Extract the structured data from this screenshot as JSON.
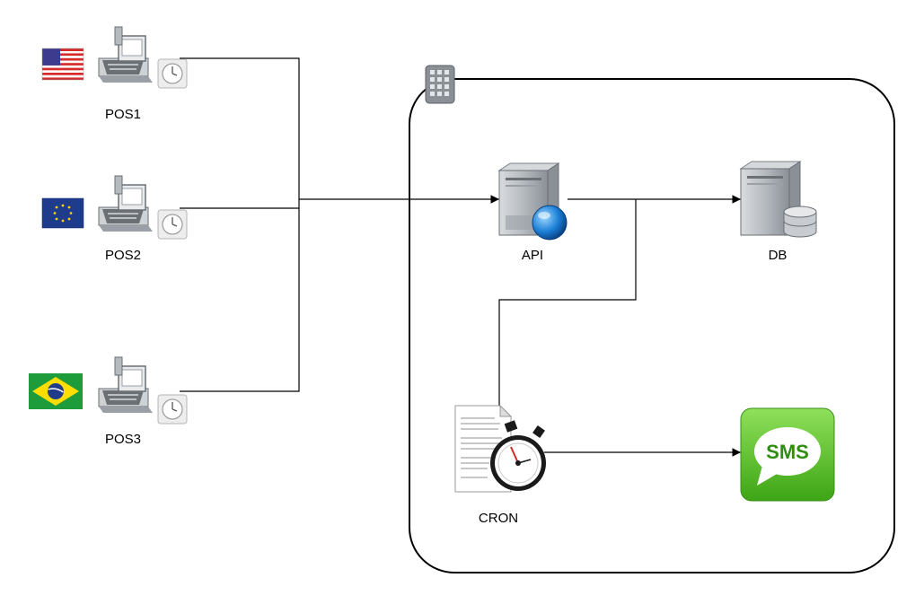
{
  "pos_terminals": [
    {
      "label": "POS1",
      "flag": "us-flag-icon"
    },
    {
      "label": "POS2",
      "flag": "eu-flag-icon"
    },
    {
      "label": "POS3",
      "flag": "brazil-flag-icon"
    }
  ],
  "nodes": {
    "api": {
      "label": "API",
      "icon": "web-server-icon"
    },
    "db": {
      "label": "DB",
      "icon": "database-server-icon"
    },
    "cron": {
      "label": "CRON",
      "icon": "scheduled-job-icon"
    },
    "sms": {
      "label": "SMS",
      "icon": "sms-icon"
    }
  },
  "container": {
    "icon": "datacenter-building-icon"
  },
  "colors": {
    "line": "#000000",
    "sms_green": "#5cc12f",
    "server_gray": "#9aa0a6",
    "globe_blue": "#1a7fd6"
  }
}
